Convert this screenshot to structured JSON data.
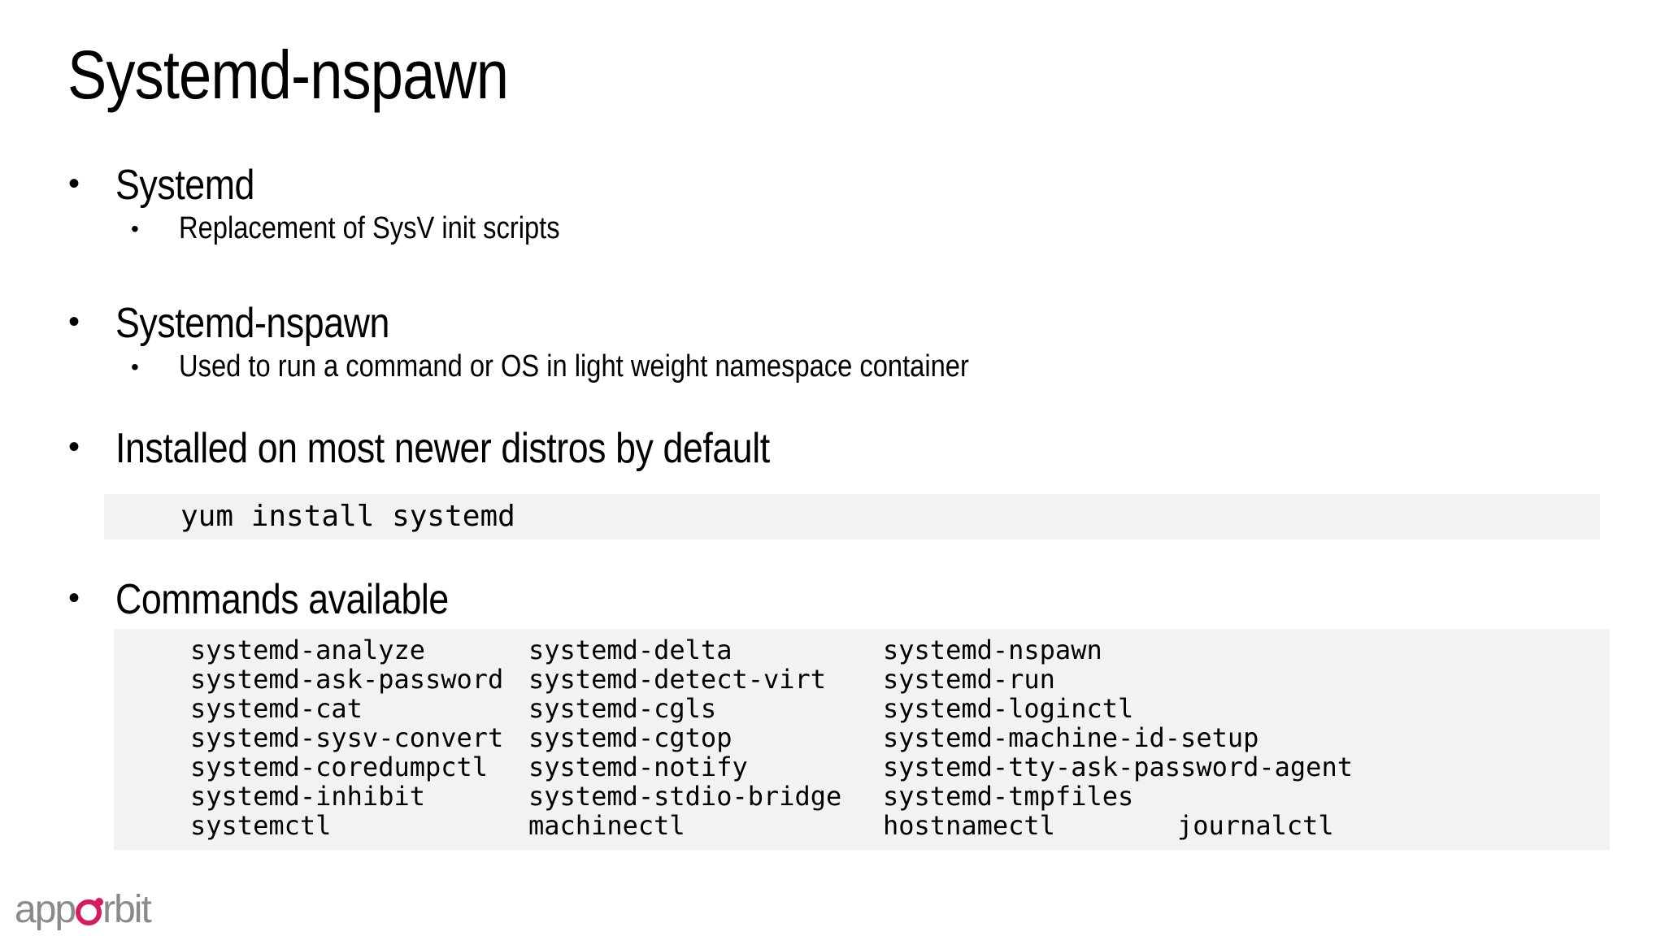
{
  "slide": {
    "title": "Systemd-nspawn",
    "bullet_glyph": "•"
  },
  "sections": [
    {
      "heading": "Systemd",
      "sub": "Replacement of SysV init scripts"
    },
    {
      "heading": "Systemd-nspawn",
      "sub": "Used to run a command or OS in light weight namespace container"
    },
    {
      "heading": "Installed on most  newer distros by default",
      "code": "yum install systemd"
    },
    {
      "heading": "Commands available"
    }
  ],
  "commands": {
    "col1": [
      "systemd-analyze",
      "systemd-ask-password",
      "systemd-cat",
      "systemd-sysv-convert",
      "systemd-coredumpctl",
      "systemd-inhibit",
      "systemctl"
    ],
    "col2": [
      "systemd-delta",
      "systemd-detect-virt",
      "systemd-cgls",
      "systemd-cgtop",
      "systemd-notify",
      "systemd-stdio-bridge",
      "machinectl"
    ],
    "col3": [
      "systemd-nspawn",
      "systemd-run",
      "systemd-loginctl",
      "systemd-machine-id-setup",
      "systemd-tty-ask-password-agent",
      "systemd-tmpfiles",
      "hostnamectl"
    ],
    "col4": [
      "journalctl"
    ]
  },
  "logo": {
    "prefix": "app",
    "suffix": "rbit",
    "accent_color": "#d81b60",
    "text_color": "#8a8a8a"
  }
}
